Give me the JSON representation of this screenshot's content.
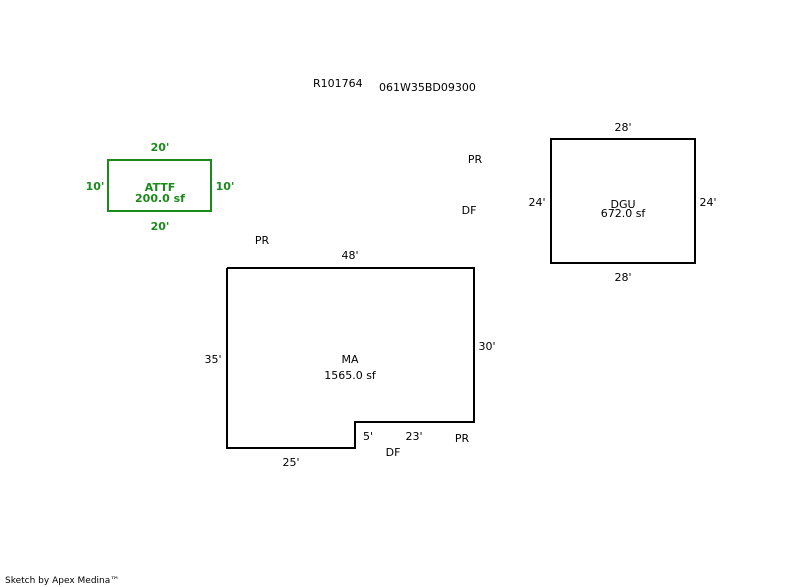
{
  "header": {
    "account": "R101764",
    "map_lot": "061W35BD09300"
  },
  "attf": {
    "name": "ATTF",
    "area": "200.0 sf",
    "top": "20'",
    "bottom": "20'",
    "left": "10'",
    "right": "10'",
    "color": "#1a8a1a"
  },
  "dgu": {
    "name": "DGU",
    "area": "672.0 sf",
    "top": "28'",
    "bottom": "28'",
    "left": "24'",
    "right": "24'"
  },
  "ma": {
    "name": "MA",
    "area": "1565.0 sf",
    "top": "48'",
    "left": "35'",
    "right": "30'",
    "bottom_left": "25'",
    "notch_step": "5'",
    "bottom_right": "23'"
  },
  "labels": {
    "pr_upper": "PR",
    "df_upper": "DF",
    "pr_left": "PR",
    "pr_lower": "PR",
    "df_lower": "DF"
  },
  "footer": {
    "credit": "Sketch by Apex Medina™"
  }
}
